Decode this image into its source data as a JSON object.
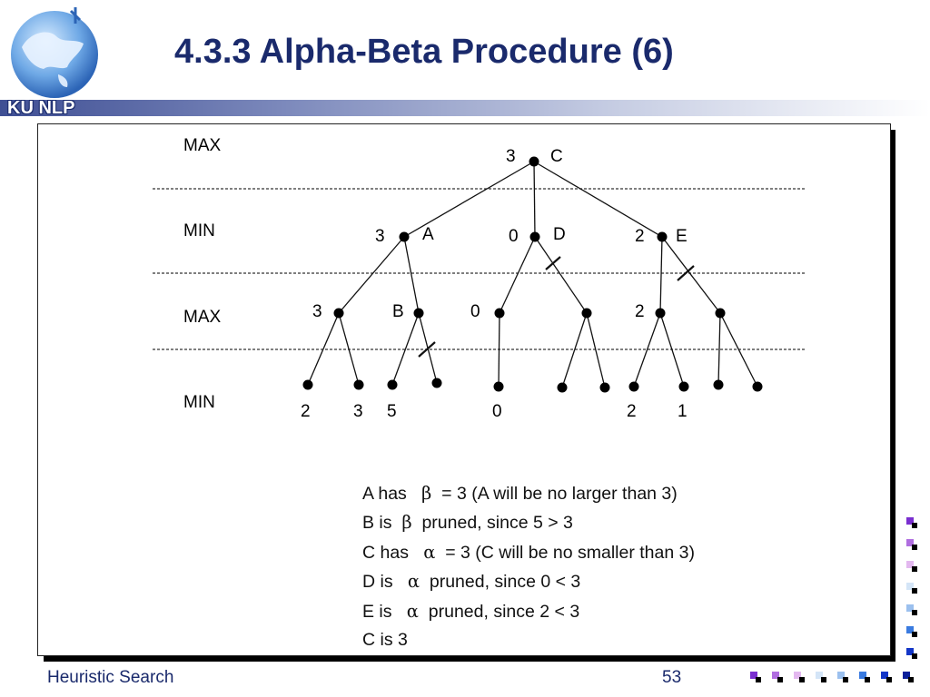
{
  "slide": {
    "title": "4.3.3 Alpha-Beta Procedure (6)",
    "logo_text": "KU NLP",
    "footer_left": "Heuristic Search",
    "page_number": "53"
  },
  "tree": {
    "level_labels": [
      "MAX",
      "MIN",
      "MAX",
      "MIN"
    ],
    "nodes": {
      "C": {
        "value": "3",
        "name": "C"
      },
      "A": {
        "value": "3",
        "name": "A"
      },
      "D": {
        "value": "0",
        "name": "D"
      },
      "E": {
        "value": "2",
        "name": "E"
      },
      "A1": {
        "value": "3"
      },
      "B": {
        "value": "",
        "name": "B"
      },
      "D1": {
        "value": "0"
      },
      "E1": {
        "value": "2"
      }
    },
    "leaf_values": [
      "2",
      "3",
      "5",
      "0",
      "2",
      "1"
    ]
  },
  "notes": [
    {
      "before": "A has   ",
      "greek": "β",
      "after": "  = 3 (A will be no larger than 3)"
    },
    {
      "before": "B is  ",
      "greek": "β",
      "after": "  pruned, since 5 > 3"
    },
    {
      "before": "C has   ",
      "greek": "α",
      "after": "  = 3 (C will be no smaller than 3)"
    },
    {
      "before": "D is   ",
      "greek": "α",
      "after": "  pruned, since 0 < 3"
    },
    {
      "before": "E is   ",
      "greek": "α",
      "after": "  pruned, since 2 < 3"
    },
    {
      "before": "C is 3",
      "greek": "",
      "after": ""
    }
  ],
  "colors": {
    "title": "#1a2a6c",
    "accent_bar": "#3f4f94"
  }
}
